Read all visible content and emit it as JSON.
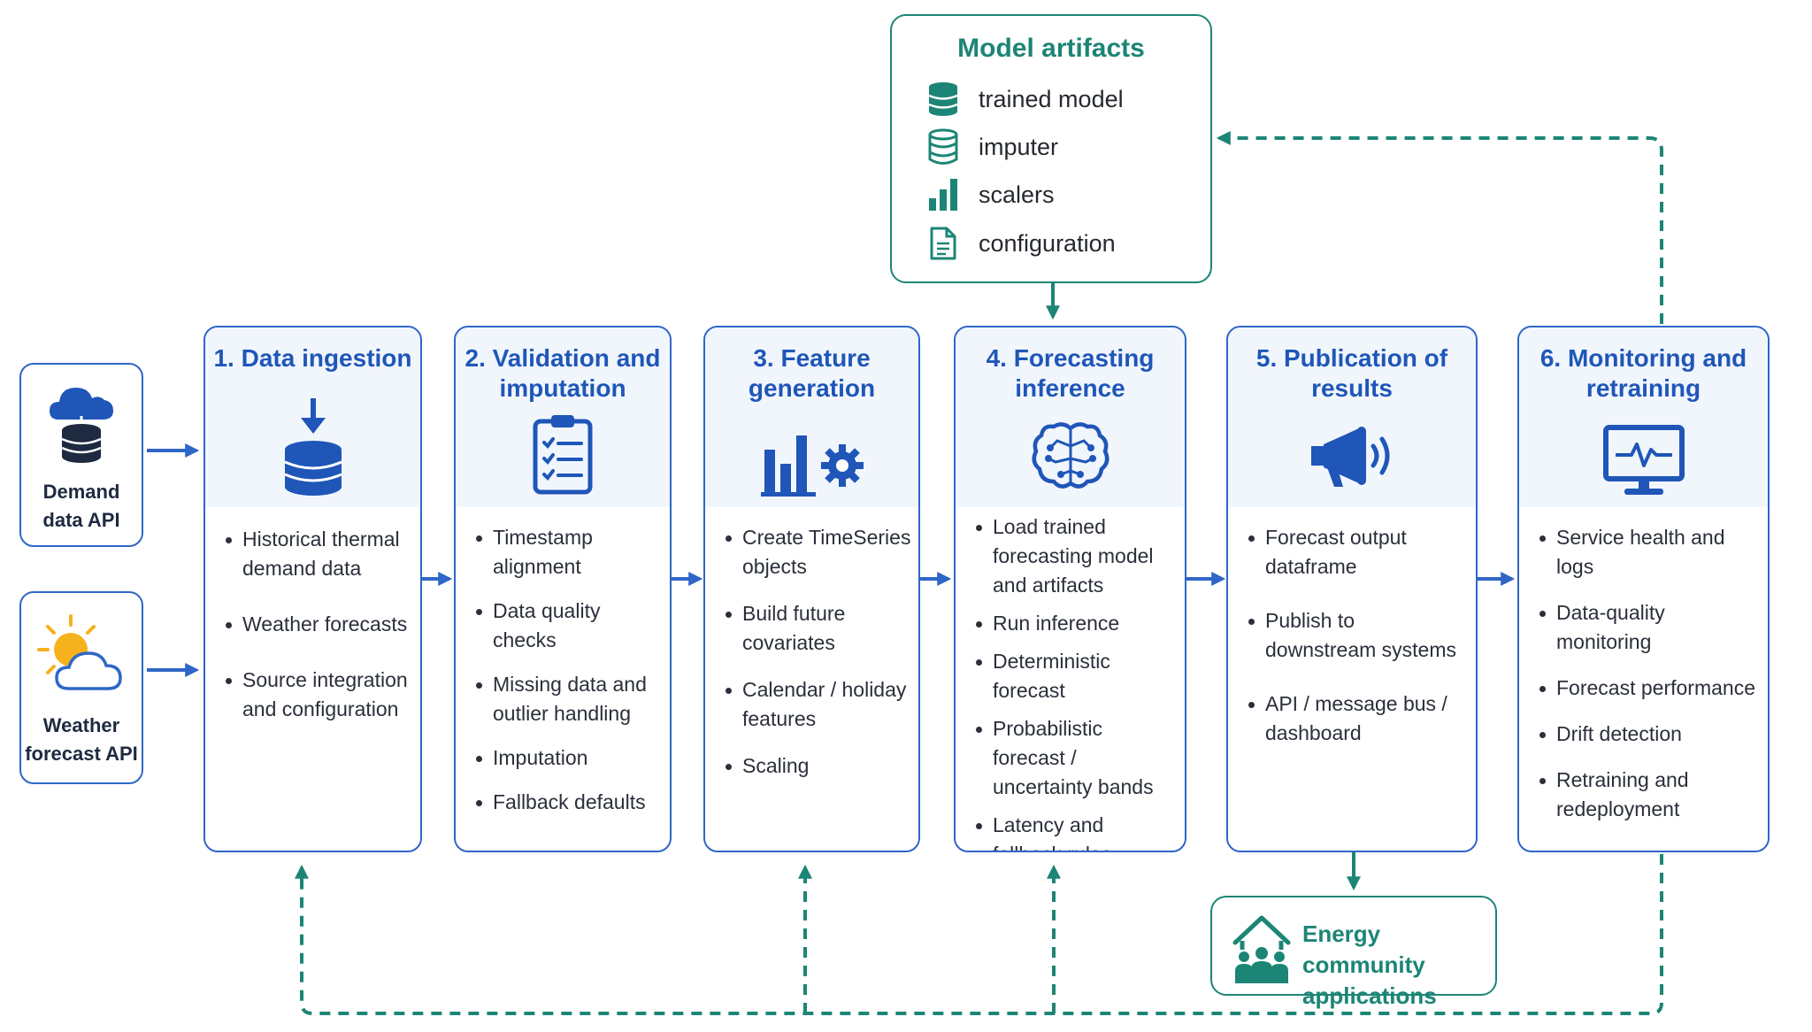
{
  "sources": [
    {
      "label": "Demand\ndata API",
      "icon": "cloud-database-icon"
    },
    {
      "label": "Weather\nforecast API",
      "icon": "sun-cloud-icon"
    }
  ],
  "stages": [
    {
      "title": "1. Data ingestion",
      "icon": "database-download-icon",
      "items": [
        "Historical thermal demand data",
        "Weather forecasts",
        "Source integration and configuration"
      ]
    },
    {
      "title": "2. Validation and\nimputation",
      "icon": "clipboard-checklist-icon",
      "items": [
        "Timestamp alignment",
        "Data quality checks",
        "Missing data and outlier handling",
        "Imputation",
        "Fallback defaults"
      ]
    },
    {
      "title": "3. Feature\ngeneration",
      "icon": "bar-chart-gear-icon",
      "items": [
        "Create TimeSeries objects",
        "Build future covariates",
        "Calendar / holiday features",
        "Scaling"
      ]
    },
    {
      "title": "4. Forecasting\ninference",
      "icon": "brain-circuit-icon",
      "items": [
        "Load trained forecasting model and artifacts",
        "Run inference",
        "Deterministic forecast",
        "Probabilistic forecast / uncertainty bands",
        "Latency and fallback rules"
      ]
    },
    {
      "title": "5. Publication of\nresults",
      "icon": "megaphone-icon",
      "items": [
        "Forecast output dataframe",
        "Publish to downstream systems",
        "API / message bus / dashboard"
      ]
    },
    {
      "title": "6. Monitoring and\nretraining",
      "icon": "monitor-pulse-icon",
      "items": [
        "Service health and logs",
        "Data-quality monitoring",
        "Forecast performance",
        "Drift detection",
        "Retraining and redeployment"
      ]
    }
  ],
  "artifacts": {
    "title": "Model artifacts",
    "items": [
      {
        "label": "trained model",
        "icon": "database-filled-icon"
      },
      {
        "label": "imputer",
        "icon": "database-outline-icon"
      },
      {
        "label": "scalers",
        "icon": "bar-chart-icon"
      },
      {
        "label": "configuration",
        "icon": "document-icon"
      }
    ]
  },
  "energy": {
    "label": "Energy community\napplications",
    "icon": "community-house-icon"
  },
  "colors": {
    "blue": "#1f56b8",
    "border_blue": "#2f66c7",
    "teal": "#1c8576",
    "head_bg": "#f1f6fd"
  }
}
